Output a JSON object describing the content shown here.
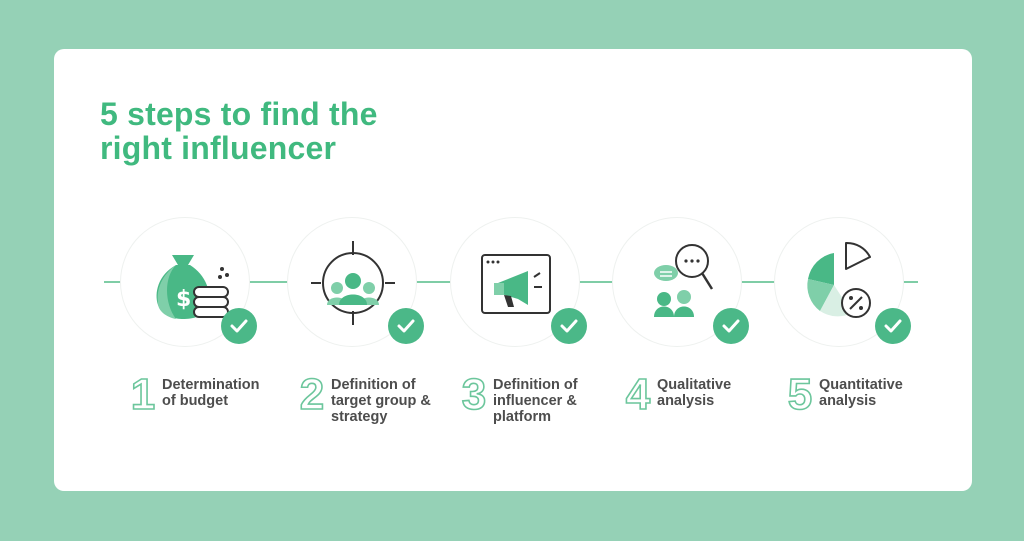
{
  "title": {
    "line1": "5 steps to find the",
    "line2": "right influencer"
  },
  "colors": {
    "accent": "#40b97f",
    "background": "#95d1b6",
    "check": "#4bb888",
    "text": "#4d4d4d"
  },
  "steps": [
    {
      "number": "1",
      "lines": [
        "Determination",
        "of budget"
      ],
      "icon": "money-bag-coins-icon"
    },
    {
      "number": "2",
      "lines": [
        "Definition of",
        "target group &",
        "strategy"
      ],
      "icon": "target-group-icon"
    },
    {
      "number": "3",
      "lines": [
        "Definition of",
        "influencer &",
        "platform"
      ],
      "icon": "browser-megaphone-icon"
    },
    {
      "number": "4",
      "lines": [
        "Qualitative",
        "analysis"
      ],
      "icon": "people-magnifier-icon"
    },
    {
      "number": "5",
      "lines": [
        "Quantitative",
        "analysis"
      ],
      "icon": "pie-chart-percent-icon"
    }
  ]
}
